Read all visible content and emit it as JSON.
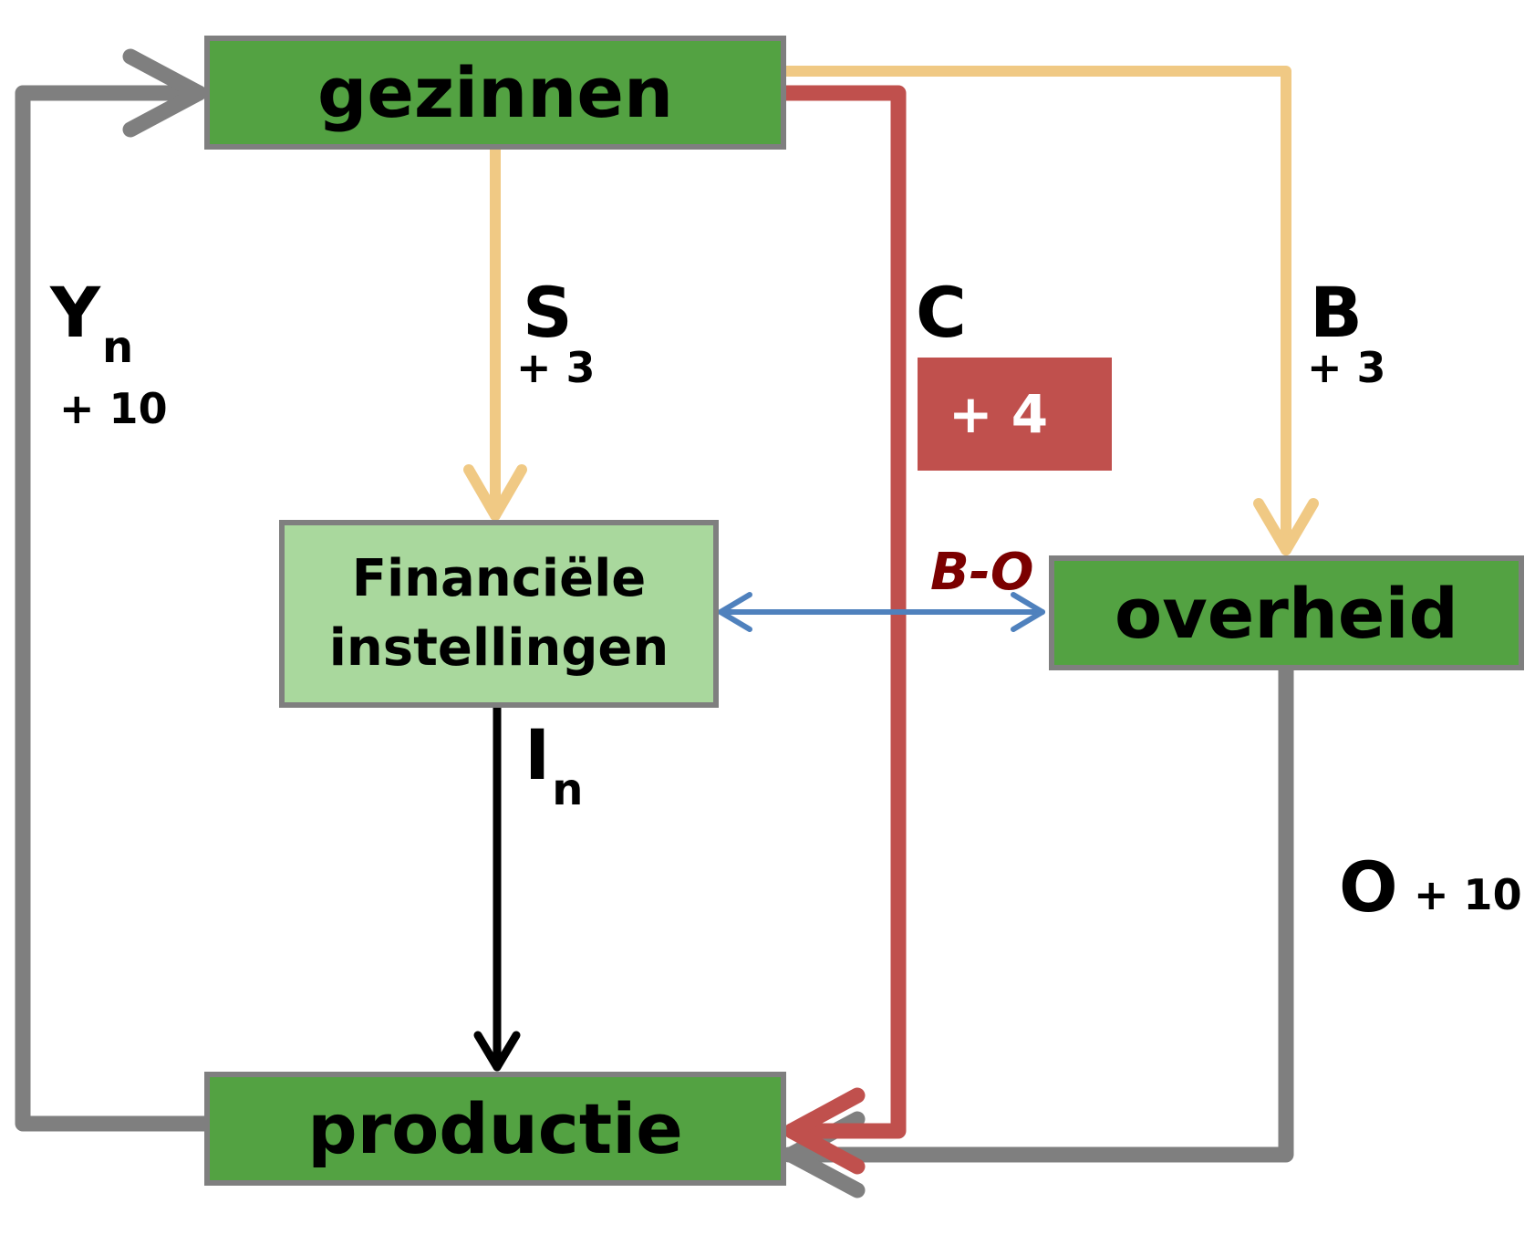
{
  "nodes": {
    "gezinnen": "gezinnen",
    "financiele": "Financiële instellingen",
    "overheid": "overheid",
    "productie": "productie"
  },
  "flows": {
    "yn": {
      "symbol": "Y",
      "subscript": "n",
      "change": "+ 10"
    },
    "s": {
      "symbol": "S",
      "change": "+ 3"
    },
    "c": {
      "symbol": "C",
      "change": "+ 4"
    },
    "b": {
      "symbol": "B",
      "change": "+ 3"
    },
    "in": {
      "symbol": "I",
      "subscript": "n"
    },
    "bo": {
      "symbol": "B-O"
    },
    "o": {
      "symbol": "O",
      "change": "+ 10"
    }
  },
  "colors": {
    "node_dark": "#53a242",
    "node_light": "#a9d89d",
    "gray_flow": "#7f7f7f",
    "red_flow": "#c0504d",
    "tan_flow": "#f0c984",
    "blue_flow": "#4f81bd",
    "bo_label": "#7b0000"
  }
}
